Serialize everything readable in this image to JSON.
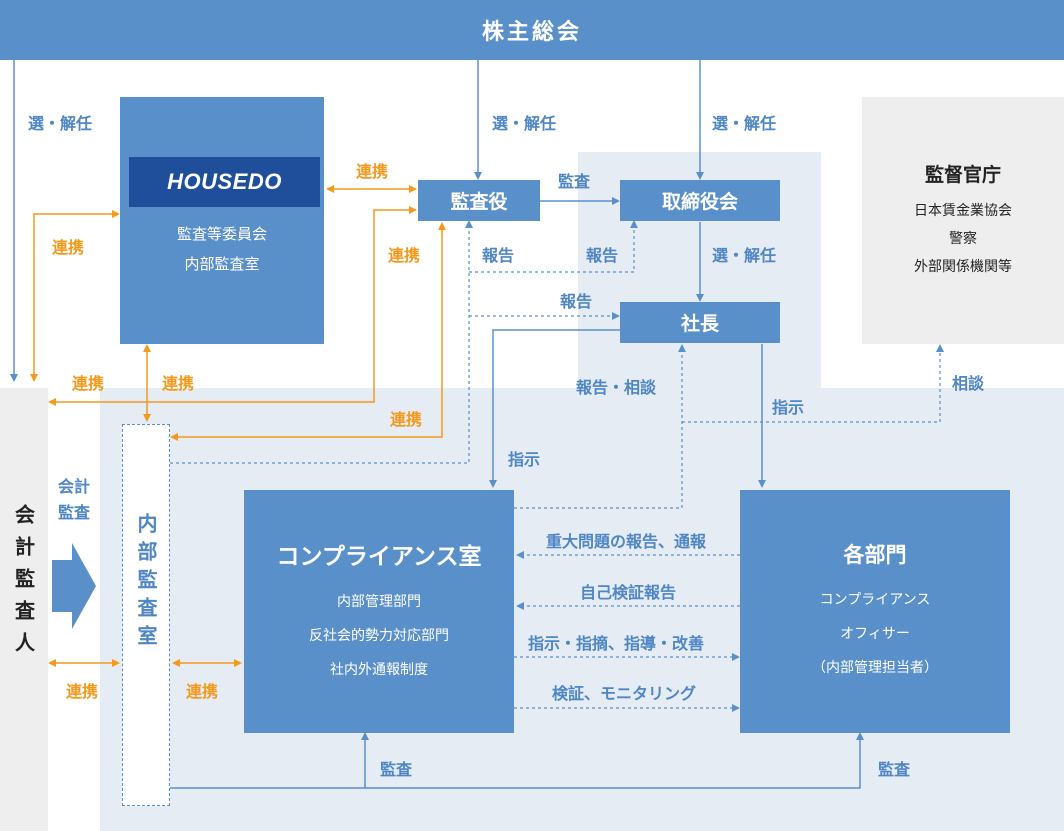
{
  "shareholders": "株主総会",
  "auditor_external": "会計監査人",
  "logo": "HOUSEDO",
  "committee": {
    "line1": "監査等委員会",
    "line2": "内部監査室"
  },
  "supervisory_auditor": "監査役",
  "board": "取締役会",
  "president": "社長",
  "regulator": {
    "title": "監督官庁",
    "items": [
      "日本賃金業協会",
      "警察",
      "外部関係機関等"
    ]
  },
  "internal_audit": "内部監査室",
  "compliance": {
    "title": "コンプライアンス室",
    "items": [
      "内部管理部門",
      "反社会的勢力対応部門",
      "社内外通報制度"
    ]
  },
  "departments": {
    "title": "各部門",
    "items": [
      "コンプライアンス",
      "オフィサー",
      "（内部管理担当者）"
    ]
  },
  "labels": {
    "elect_dismiss": "選・解任",
    "liaison": "連携",
    "audit": "監査",
    "report": "報告",
    "report_consult": "報告・相談",
    "instruct": "指示",
    "consult": "相談",
    "accounting_audit": "会計監査",
    "serious_report": "重大問題の報告、通報",
    "self_check": "自己検証報告",
    "guidance": "指示・指摘、指導・改善",
    "monitoring": "検証、モニタリング"
  },
  "colors": {
    "blue": "#5a90c9",
    "orange": "#f39a1e",
    "label_blue": "#4f86c4",
    "panel": "#e6ecf4",
    "gray": "#eeeeee"
  }
}
